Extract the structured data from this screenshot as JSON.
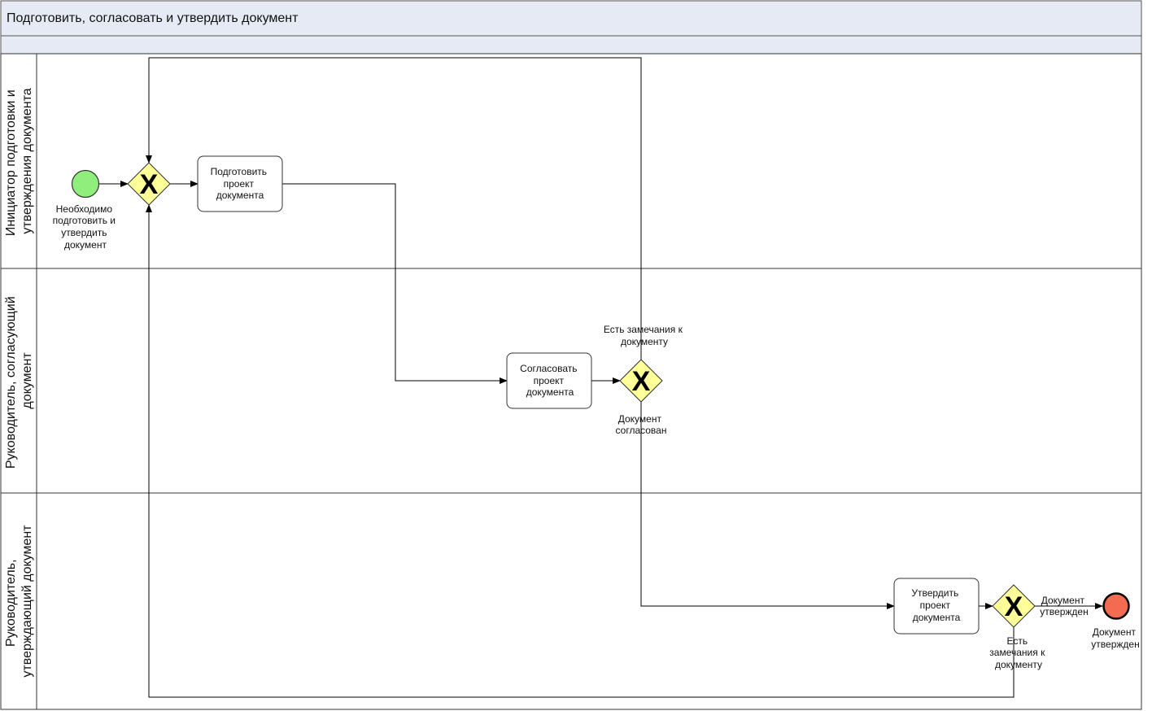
{
  "pool": {
    "title": "Подготовить, согласовать и утвердить документ"
  },
  "lanes": [
    {
      "id": "initiator",
      "label_lines": [
        "Инициатор подготовки и",
        "утверждения документа"
      ]
    },
    {
      "id": "approver",
      "label_lines": [
        "Руководитель, согласующий",
        "документ"
      ]
    },
    {
      "id": "signer",
      "label_lines": [
        "Руководитель,",
        "утверждающий документ"
      ]
    }
  ],
  "start_event": {
    "label_lines": [
      "Необходимо",
      "подготовить и",
      "утвердить",
      "документ"
    ]
  },
  "tasks": {
    "prepare": {
      "label_lines": [
        "Подготовить",
        "проект",
        "документа"
      ]
    },
    "agree": {
      "label_lines": [
        "Согласовать",
        "проект",
        "документа"
      ]
    },
    "approve": {
      "label_lines": [
        "Утвердить",
        "проект",
        "документа"
      ]
    }
  },
  "gateways": {
    "merge": {
      "symbol": "X"
    },
    "agree_decision": {
      "symbol": "X",
      "top_label_lines": [
        "Есть замечания к",
        "документу"
      ],
      "bottom_label_lines": [
        "Документ",
        "согласован"
      ]
    },
    "approve_decision": {
      "symbol": "X",
      "right_label_lines": [
        "Документ",
        "утвержден"
      ],
      "bottom_label_lines": [
        "Есть",
        "замечания к",
        "документу"
      ]
    }
  },
  "end_event": {
    "label_lines": [
      "Документ",
      "утвержден"
    ]
  },
  "colors": {
    "pool_header": "#e6eaf4",
    "start_fill": "#90ee7c",
    "end_fill": "#f36b50",
    "gateway_fill": "#ffff99",
    "line": "#000000"
  }
}
